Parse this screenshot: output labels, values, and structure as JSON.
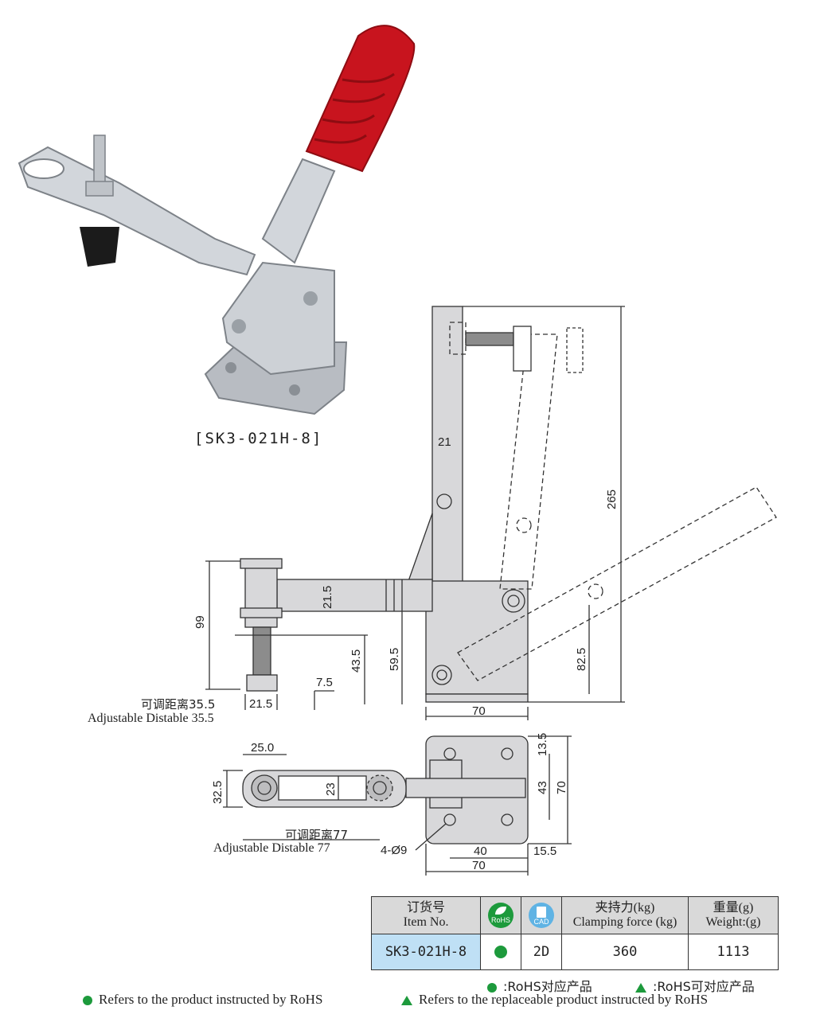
{
  "part_label": "[SK3-021H-8]",
  "dimensions": {
    "d21_top": "21",
    "d265": "265",
    "d21_5_arm": "21.5",
    "d99": "99",
    "d43_5": "43.5",
    "d59_5": "59.5",
    "d82_5": "82.5",
    "d7_5": "7.5",
    "d21_5_base": "21.5",
    "d70_side": "70",
    "d25_0": "25.0",
    "d32_5": "32.5",
    "d23": "23",
    "d13_5": "13.5",
    "d43": "43",
    "d70_plate": "70",
    "d40": "40",
    "d15_5": "15.5",
    "d70_bottom": "70",
    "holes": "4-Ø9"
  },
  "adjustable": {
    "side_cn": "可调距离35.5",
    "side_en": "Adjustable Distable 35.5",
    "top_cn": "可调距离77",
    "top_en": "Adjustable Distable 77"
  },
  "table": {
    "h_item_cn": "订货号",
    "h_item_en": "Item No.",
    "rohs_icon_text": "RoHS",
    "cad_icon_text": "CAD",
    "h_force_cn": "夹持力(kg)",
    "h_force_en": "Clamping force (kg)",
    "h_weight_cn": "重量(g)",
    "h_weight_en": "Weight:(g)",
    "item": "SK3-021H-8",
    "cad": "2D",
    "force": "360",
    "weight": "1113"
  },
  "legend": {
    "rohs_cn": ":RoHS对应产品",
    "replace_cn": ":RoHS可对应产品",
    "rohs_en": "Refers to the product instructed by RoHS",
    "replace_en": "Refers to the replaceable product instructed by RoHS"
  },
  "colors": {
    "handle_red": "#c8141e",
    "steel": "#c9cdd2",
    "drawing_fill": "#d8d8da",
    "rohs_green": "#1d9a3c",
    "cad_blue": "#5fb3e4",
    "item_highlight": "#bfe0f5",
    "header_gray": "#d9d9d9"
  }
}
